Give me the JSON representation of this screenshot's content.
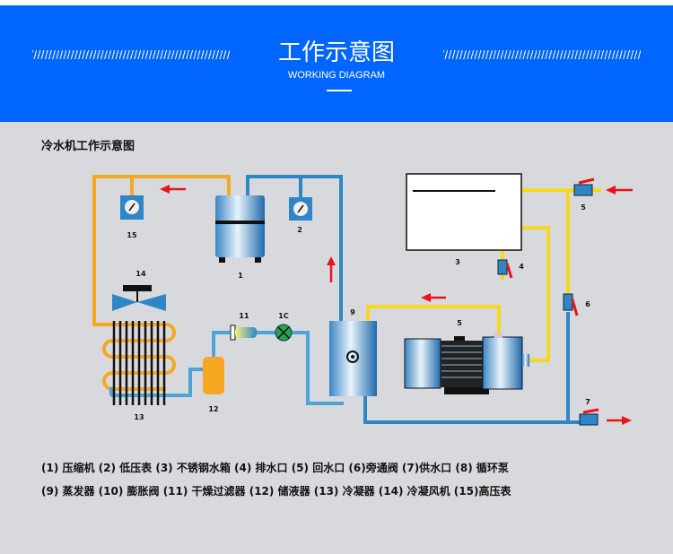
{
  "header": {
    "title": "工作示意图",
    "subtitle": "WORKING DIAGRAM"
  },
  "section_title": "冷水机工作示意图",
  "diagram": {
    "labels": {
      "compressor": "1",
      "low_gauge": "2",
      "tank": "3",
      "drain": "4",
      "return_valve": "5",
      "pump": "5",
      "bypass": "6",
      "supply": "7",
      "evaporator": "9",
      "expansion": "1C",
      "filter": "11",
      "receiver": "12",
      "condenser": "13",
      "fan": "14",
      "high_gauge": "15"
    },
    "colors": {
      "blue_pipe": "#2f86c6",
      "orange_pipe": "#f7a823",
      "yellow_pipe": "#f6d81e",
      "arrow": "#e8141a",
      "banner": "#0066ff"
    }
  },
  "legend": {
    "line1": "(1) 压缩机 (2) 低压表 (3) 不锈钢水箱 (4) 排水口 (5) 回水口 (6)旁通阀 (7)供水口 (8) 循环泵",
    "line2": "(9) 蒸发器 (10) 膨胀阀 (11) 干燥过滤器 (12) 储液器 (13) 冷凝器 (14) 冷凝风机 (15)高压表"
  }
}
